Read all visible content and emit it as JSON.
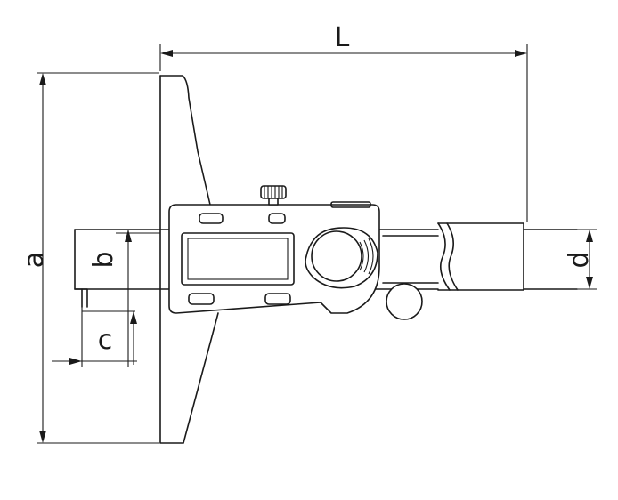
{
  "dimensions": {
    "L": "L",
    "a": "a",
    "b": "b",
    "c": "c",
    "d": "d"
  },
  "colors": {
    "line": "#1a1a1a",
    "background": "#ffffff"
  }
}
